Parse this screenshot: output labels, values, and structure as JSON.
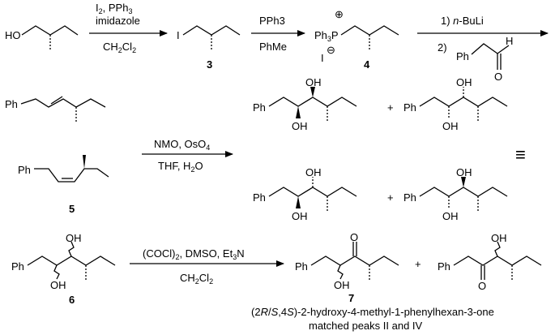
{
  "reactions": {
    "r1": {
      "above": [
        "I",
        "2",
        ", PPh",
        "3",
        "imidazole"
      ],
      "below": [
        "CH",
        "2",
        "Cl",
        "2"
      ]
    },
    "r2": {
      "above": "PPh3",
      "below": "PhMe"
    },
    "r3": {
      "above_1": "1) ",
      "above_2": "n",
      "above_3": "-BuLi",
      "below": "2)"
    },
    "r4": {
      "above_1": "NMO, OsO",
      "above_2": "4",
      "below_1": "THF, H",
      "below_2": "2",
      "below_3": "O"
    },
    "r5": {
      "above_1": "(COCl)",
      "above_2": "2",
      "above_3": ", DMSO, Et",
      "above_4": "3",
      "above_5": "N",
      "below_1": "CH",
      "below_2": "2",
      "below_3": "Cl",
      "below_4": "2"
    }
  },
  "atoms": {
    "HO": "HO",
    "I": "I",
    "Ph": "Ph",
    "OH": "OH",
    "O": "O",
    "H": "H",
    "Ph3P_1": "Ph",
    "Ph3P_2": "3",
    "Ph3P_3": "P",
    "plus_charge": "⊕",
    "minus_charge": "⊖",
    "plus": "+"
  },
  "compounds": {
    "c3": "3",
    "c4": "4",
    "c5": "5",
    "c6": "6",
    "c7": "7"
  },
  "caption": {
    "line1_a": "(2",
    "line1_b": "R",
    "line1_c": "/",
    "line1_d": "S",
    "line1_e": ",4",
    "line1_f": "S",
    "line1_g": ")-2-hydroxy-4-methyl-1-phenylhexan-3-one",
    "line2": "matched peaks II and IV"
  },
  "equilibrium_symbol": "≡"
}
